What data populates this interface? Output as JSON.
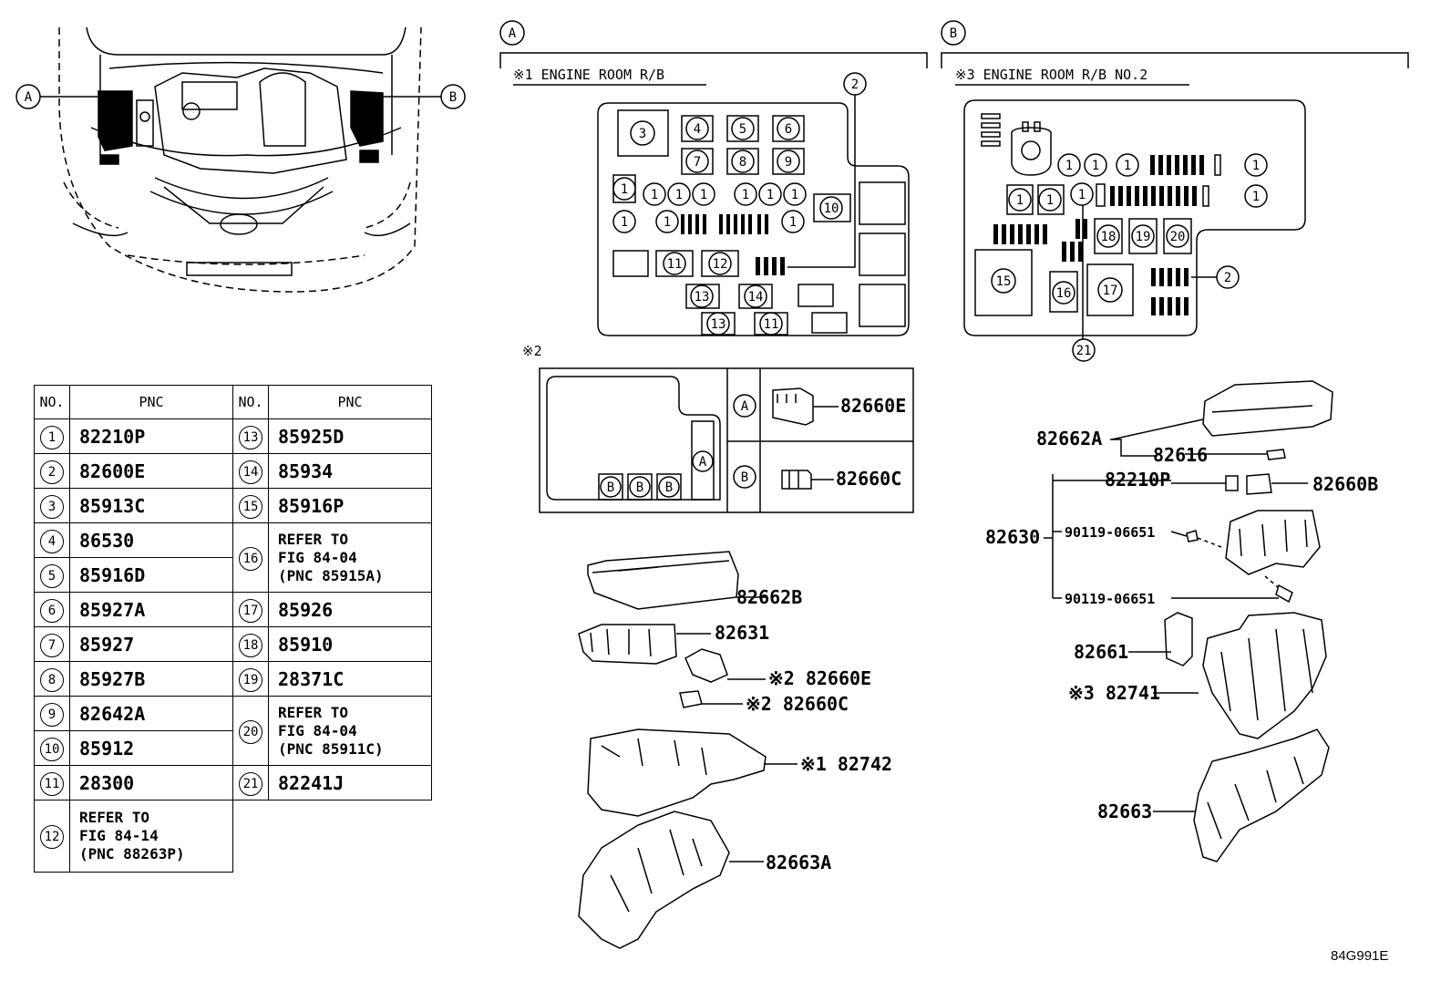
{
  "callouts": {
    "a": "A",
    "b": "B",
    "box_a": "A",
    "box_b": "B"
  },
  "section_a": {
    "title": "※1 ENGINE ROOM R/B"
  },
  "section_b": {
    "title": "※3 ENGINE ROOM R/B NO.2"
  },
  "note2": {
    "mark": "※2",
    "relay_a": "82660E",
    "relay_b": "82660C"
  },
  "table": {
    "headers": [
      "NO.",
      "PNC",
      "NO.",
      "PNC"
    ],
    "rows": [
      {
        "no": "1",
        "pnc": "82210P"
      },
      {
        "no": "2",
        "pnc": "82600E"
      },
      {
        "no": "3",
        "pnc": "85913C"
      },
      {
        "no": "4",
        "pnc": "86530"
      },
      {
        "no": "5",
        "pnc": "85916D"
      },
      {
        "no": "6",
        "pnc": "85927A"
      },
      {
        "no": "7",
        "pnc": "85927"
      },
      {
        "no": "8",
        "pnc": "85927B"
      },
      {
        "no": "9",
        "pnc": "82642A"
      },
      {
        "no": "10",
        "pnc": "85912"
      },
      {
        "no": "11",
        "pnc": "28300"
      },
      {
        "no": "12",
        "pnc": [
          "REFER TO",
          "FIG 84-14",
          "(PNC 88263P)"
        ]
      },
      {
        "no": "13",
        "pnc": "85925D"
      },
      {
        "no": "14",
        "pnc": "85934"
      },
      {
        "no": "15",
        "pnc": "85916P"
      },
      {
        "no": "16",
        "pnc": [
          "REFER TO",
          "FIG 84-04",
          "(PNC 85915A)"
        ]
      },
      {
        "no": "17",
        "pnc": "85926"
      },
      {
        "no": "18",
        "pnc": "85910"
      },
      {
        "no": "19",
        "pnc": "28371C"
      },
      {
        "no": "20",
        "pnc": [
          "REFER TO",
          "FIG 84-04",
          "(PNC 85911C)"
        ]
      },
      {
        "no": "21",
        "pnc": "82241J"
      }
    ]
  },
  "parts_a": {
    "cover": "82662B",
    "block": "82631",
    "relay_e": "※2 82660E",
    "relay_c": "※2 82660C",
    "case": "※1 82742",
    "lower": "82663A"
  },
  "parts_b": {
    "cover": "82662A",
    "p82616": "82616",
    "p82210p": "82210P",
    "p82660b": "82660B",
    "block": "82630",
    "bolt1": "90119-06651",
    "bolt2": "90119-06651",
    "p82661": "82661",
    "case": "※3 82741",
    "lower": "82663"
  },
  "figure_code": "84G991E"
}
